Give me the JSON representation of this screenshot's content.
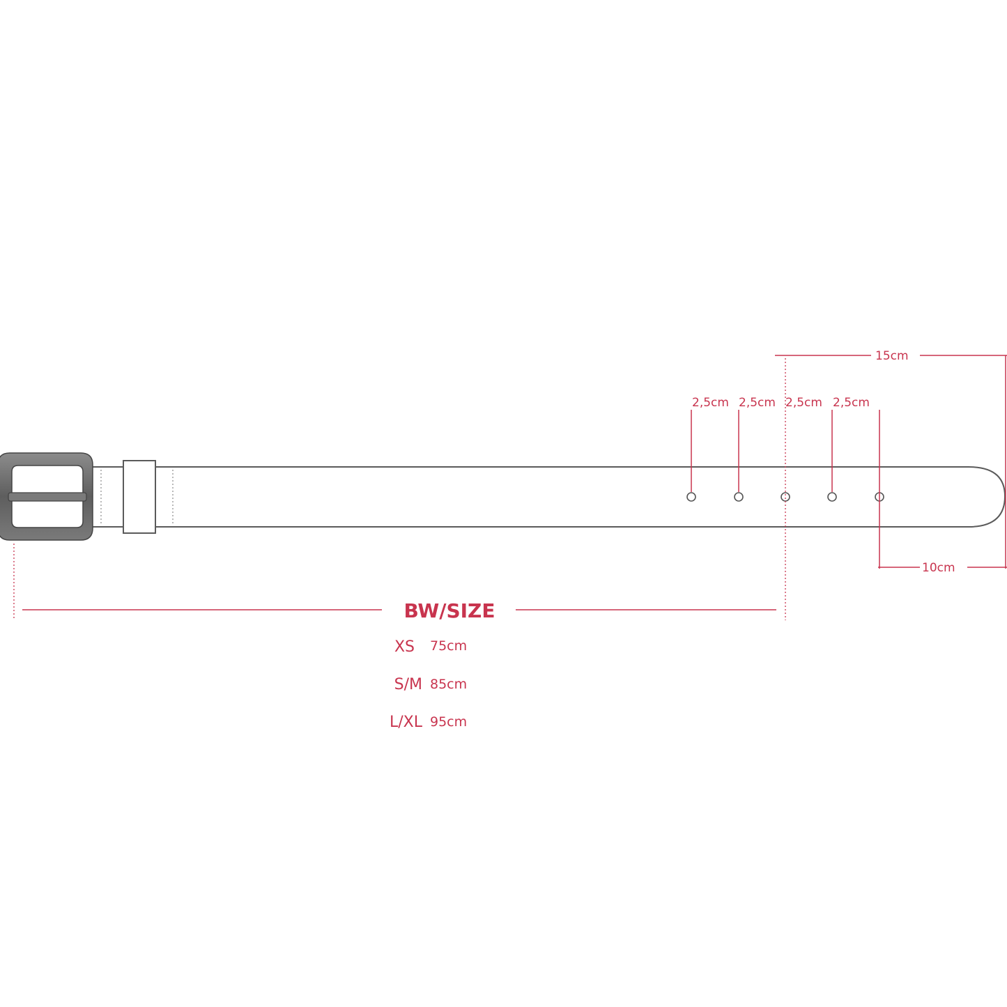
{
  "measurements": {
    "total_tip": "15cm",
    "tip_end": "10cm",
    "hole_spacing": [
      "2,5cm",
      "2,5cm",
      "2,5cm",
      "2,5cm"
    ]
  },
  "size_chart": {
    "title": "BW/SIZE",
    "rows": [
      {
        "size": "XS",
        "length": "75cm"
      },
      {
        "size": "S/M",
        "length": "85cm"
      },
      {
        "size": "L/XL",
        "length": "95cm"
      }
    ]
  },
  "colors": {
    "accent": "#c8344e",
    "outline": "#5a5a5a",
    "buckle": "#6e6e6e"
  }
}
